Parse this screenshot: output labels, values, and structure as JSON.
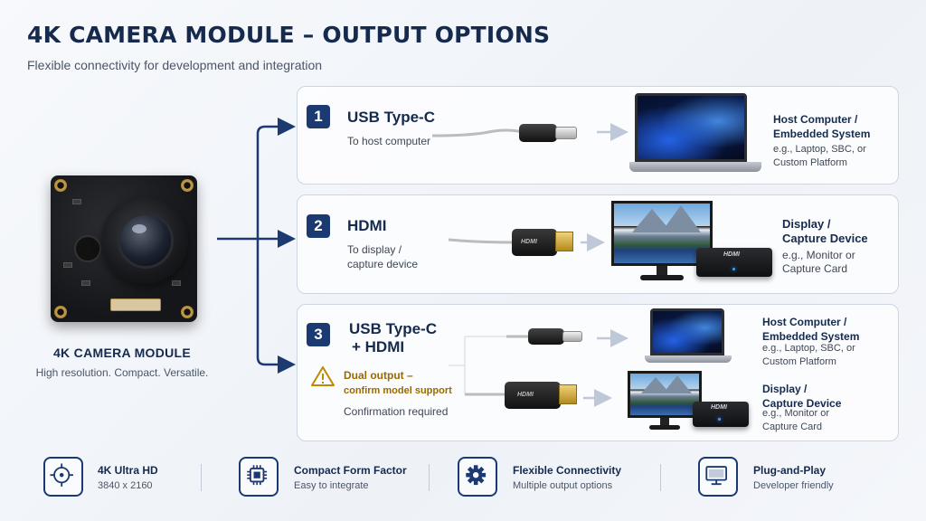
{
  "header": {
    "title": "4K CAMERA MODULE – OUTPUT OPTIONS",
    "subtitle": "Flexible connectivity for development and integration"
  },
  "camera": {
    "title": "4K CAMERA MODULE",
    "subtitle": "High resolution. Compact. Versatile."
  },
  "options": [
    {
      "number": "1",
      "title": "USB Type-C",
      "desc": "To host computer",
      "device_title_1": "Host Computer /",
      "device_title_2": "Embedded System",
      "device_desc_1": "e.g., Laptop, SBC, or",
      "device_desc_2": "Custom Platform"
    },
    {
      "number": "2",
      "title": "HDMI",
      "desc_1": "To display /",
      "desc_2": "capture device",
      "device_title_1": "Display /",
      "device_title_2": "Capture Device",
      "device_desc_1": "e.g., Monitor or",
      "device_desc_2": "Capture Card",
      "capture_label": "HDMI"
    },
    {
      "number": "3",
      "title_1": "USB Type-C",
      "title_2": "+ HDMI",
      "warning_1": "Dual output –",
      "warning_2": "confirm model support",
      "note": "Confirmation required",
      "host_title_1": "Host Computer /",
      "host_title_2": "Embedded System",
      "host_desc_1": "e.g., Laptop, SBC, or",
      "host_desc_2": "Custom Platform",
      "display_title_1": "Display /",
      "display_title_2": "Capture Device",
      "display_desc_1": "e.g., Monitor or",
      "display_desc_2": "Capture Card",
      "capture_label": "HDMI"
    }
  ],
  "cable_labels": {
    "hdmi": "HDMI"
  },
  "features": [
    {
      "icon": "crosshair-icon",
      "title": "4K Ultra HD",
      "subtitle": "3840 x 2160"
    },
    {
      "icon": "chip-icon",
      "title": "Compact Form Factor",
      "subtitle": "Easy to integrate"
    },
    {
      "icon": "gear-icon",
      "title": "Flexible Connectivity",
      "subtitle": "Multiple output options"
    },
    {
      "icon": "monitor-icon",
      "title": "Plug-and-Play",
      "subtitle": "Developer friendly"
    }
  ],
  "colors": {
    "accent": "#1b3a72",
    "warning": "#9a6a00",
    "background": "#f4f6fa"
  }
}
